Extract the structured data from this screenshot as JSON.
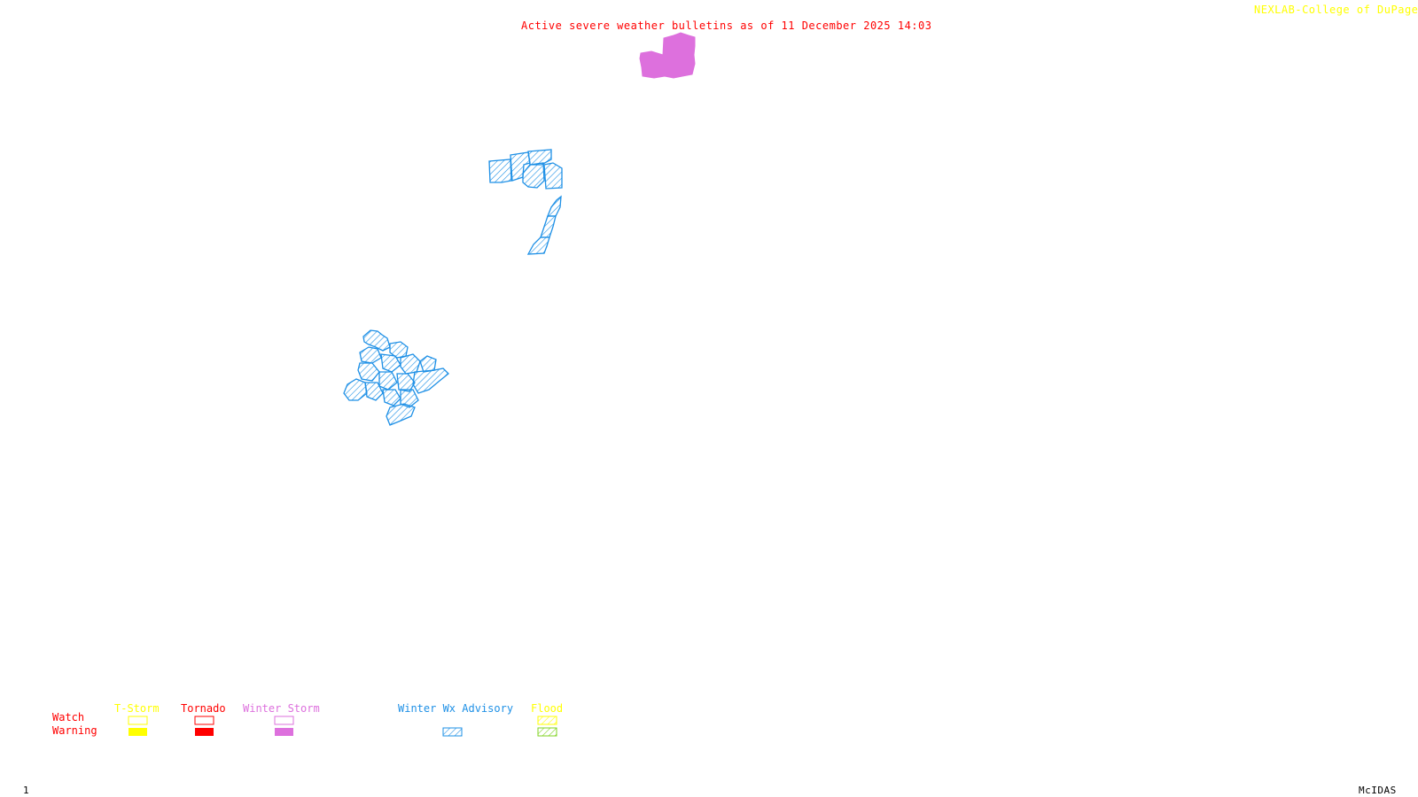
{
  "header": {
    "title": "Active severe weather bulletins as of 11 December 2025 14:03",
    "credit": "NEXLAB-College of DuPage",
    "credit_icon": "nexlab-logo-icon"
  },
  "footer": {
    "frame_number": "1",
    "software": "McIDAS"
  },
  "colors": {
    "title": "#ff0000",
    "credit": "#ffff00",
    "tstorm": "#ffff00",
    "tornado": "#ff0000",
    "winter_storm": "#dd70dd",
    "winter_wx_advisory": "#1e90e6",
    "flood_watch": "#ffff00",
    "flood_warning": "#7fd320"
  },
  "legend": {
    "row_labels": {
      "watch": "Watch",
      "warning": "Warning"
    },
    "categories": [
      {
        "key": "tstorm",
        "label": "T-Storm",
        "watch": "outline",
        "warning": "filled"
      },
      {
        "key": "tornado",
        "label": "Tornado",
        "watch": "outline",
        "warning": "filled"
      },
      {
        "key": "winter_storm",
        "label": "Winter Storm",
        "watch": "outline",
        "warning": "filled"
      },
      {
        "key": "winter_wx_advisory",
        "label": "Winter Wx Advisory",
        "watch": "none",
        "warning": "hatched"
      },
      {
        "key": "flood",
        "label": "Flood",
        "watch": "hatched",
        "warning": "hatched"
      }
    ]
  },
  "map_features": [
    {
      "name": "winter-storm-warning-area",
      "type": "Winter Storm Warning",
      "style": "filled"
    },
    {
      "name": "winter-wx-advisory-area-north",
      "type": "Winter Wx Advisory",
      "style": "hatched"
    },
    {
      "name": "winter-wx-advisory-area-strip",
      "type": "Winter Wx Advisory",
      "style": "hatched"
    },
    {
      "name": "winter-wx-advisory-area-southwest",
      "type": "Winter Wx Advisory",
      "style": "hatched"
    }
  ]
}
